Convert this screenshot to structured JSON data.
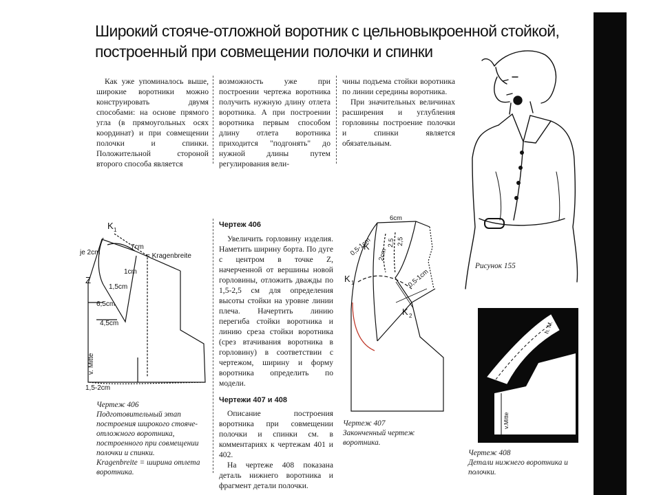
{
  "title": {
    "line1": "Широкий стояче-отложной воротник с цельновыкроенной стойкой,",
    "line2": "построенный при совмещении полочки и спинки"
  },
  "text": {
    "col1": "Как уже упоминалось выше, широкие воротники можно конструировать двумя способами: на основе прямого угла (в прямоугольных осях координат) и при совмещении полочки и спинки. Положительной стороной второго способа является",
    "col2": "возможность уже при построении чертежа воротника получить нужную длину отлета воротника. А при построении воротника первым способом длину отлета воротника приходится \"подгонять\" до нужной длины путем регулирования вели-",
    "col3_p1": "чины подъема стойки воротника по линии середины воротника.",
    "col3_p2": "При значительных величинах расширения и углубления горловины построение полочки и спинки является обязательным.",
    "draft406_heading": "Чертеж 406",
    "draft406_body": "Увеличить горловину изделия. Наметить ширину борта. По дуге с центром в точке Z, начерченной от вершины новой горловины, отложить дважды по 1,5-2,5 см для определения высоты стойки на уровне линии плеча. Начертить линию перегиба стойки воротника и линию среза стойки воротника (срез втачивания воротника в горловину) в соответствии с чертежом, ширину и форму воротника определить по модели.",
    "drafts407_408_heading": "Чертежи 407 и 408",
    "drafts407_408_body1": "Описание построения воротника при совмещении полочки и спинки см. в комментариях к чертежам 401 и 402.",
    "drafts407_408_body2": "На чертеже 408 показана деталь нижнего воротника и фрагмент детали полочки."
  },
  "captions": {
    "c406_title": "Чертеж 406",
    "c406_body": "Подготовительный этап построения широкого стояче-отложного воротника, построенного при совмещении полочки и спинки.",
    "c406_note": "Kragenbreite = ширина отлета воротника.",
    "c407_title": "Чертеж 407",
    "c407_body": "Законченный чертеж воротника.",
    "c408_title": "Чертеж 408",
    "c408_body": "Детали нижнего воротника и полочки.",
    "fig155": "Рисунок 155"
  },
  "fig406_labels": {
    "k1": "K",
    "k1_sub": "1",
    "je2cm": "je 2cm",
    "seven_cm": "7cm",
    "kragenbreite": "= Kragenbreite",
    "one_cm": "1cm",
    "z": "Z",
    "one_five_cm": "1,5cm",
    "six_five_cm": "6,5cm",
    "four_five_cm": "4,5cm",
    "v_mitte": "v. Mitte",
    "one_five_two_cm": "1,5-2cm"
  },
  "fig407_labels": {
    "six_cm": "6cm",
    "k": "K",
    "k1": "K",
    "k1_sub": "1",
    "k2": "K",
    "k2_sub": "2",
    "zero_five_one_cm_a": "0,5-1cm",
    "zero_five_one_cm_b": "0,5-1cm",
    "two_cm": "2cm",
    "two_five_a": "2,5",
    "two_five_b": "2,5"
  },
  "fig408_labels": {
    "h_m": "h. M.",
    "v_mitte": "v.Mitte"
  },
  "colors": {
    "ink": "#111111",
    "red_line": "#c0392b",
    "sidebar": "#0a0a0a"
  }
}
